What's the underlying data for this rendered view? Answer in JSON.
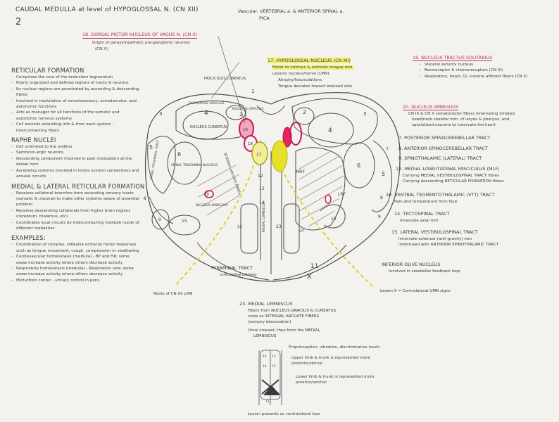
{
  "header": {
    "title": "CAUDAL MEDULLA at level of HYPOGLOSSAL N. (CN XII)",
    "page_number": "2",
    "vasculature": "Vascular: VERTEBRAL a. & ANTERIOR SPINAL a.",
    "pica": "PICA"
  },
  "dmnv": {
    "title": "18. DORSAL MOTOR NUCLEUS OF VAGUS N. (CN X)",
    "lines": [
      "Origin of parasympathetic pre-ganglionic neurons",
      "(CN X)"
    ]
  },
  "reticular": {
    "title": "RETICULAR FORMATION",
    "items": [
      "Comprises the core of the brainstem tegmentum",
      "Poorly organized and defined regions of tracts & neurons",
      "Its nuclear regions are penetrated by ascending & descending fibres",
      "Involved in modulation of somatosensory, somatomotor, and autonomic functions",
      "Acts as manager for all functions of the somatic and autonomic nervous systems",
      "Cell extends extending info & from each system - interconnecting fibers"
    ]
  },
  "raphe": {
    "title": "RAPHE NUCLEI",
    "items": [
      "Cell unlimited to the midline",
      "Serotonin-ergic neurons",
      "Descending component involved in pain modulation at the dorsal horn",
      "Ascending systems involved in limbic system connections and arousal circuits"
    ]
  },
  "medial_lateral": {
    "title": "MEDIAL & LATERAL RETICULAR FORMATION",
    "items": [
      "Receives collateral branches from ascending sensory tracts (somatic & visceral) to make other systems aware of potential problem",
      "Receives descending collaterals from higher brain regions (cerebrum, thalamus, etc)",
      "Coordinates local circuits by interconnecting multiple nuclei of different modalities"
    ]
  },
  "examples": {
    "title": "EXAMPLES:",
    "items": [
      "Coordination of complex, reflexive orofacial motor responses such as tongue movement, cough, compression or swallowing",
      "Cardiovascular homeostasis (medulla) - BP and HR: some areas increase activity where others decrease activity",
      "Respiratory homeostasis (medulla) - Respiration rate: some areas increase activity where others decrease activity",
      "Micturition center - urinary control in pons"
    ]
  },
  "hypoglossal": {
    "title": "17. HYPOGLOSSAL NUCLEUS (CN XII)",
    "lines": [
      "Motor to intrinsic & extrinsic tongue mm.",
      "Lesions nucleus/nerve (LMN):",
      "Atrophy/fasciculations",
      "Tongue deviates toward lesioned side"
    ]
  },
  "solitarius": {
    "title": "19. NUCLEUS TRACTUS SOLITARIUS",
    "items": [
      "Visceral sensory nucleus",
      "Baroreceptor & chemoreceptors (CN IX)",
      "Respiratory, heart, GI, visceral afferent fibers (CN X)"
    ]
  },
  "ambiguus": {
    "title": "20. NUCLEUS AMBIGUUS",
    "lines": [
      "CN IX & CN X somatomotor fibers innervating striated",
      "head/neck skeletal mm. of larynx & pharynx, and",
      "specialized neurons to innervate the heart"
    ]
  },
  "tracts_right": [
    {
      "text": "7. POSTERIOR SPINOCEREBELLAR TRACT"
    },
    {
      "text": "8. ANTERIOR SPINOCEREBELLAR TRACT"
    },
    {
      "text": "9. SPINOTHALAMIC (LATERAL) TRACT"
    },
    {
      "text": "13. MEDIAL LONGITUDINAL FASCICULUS (MLF)",
      "sub": [
        "Carrying MEDIAL VESTIBULOSPINAL TRACT fibres",
        "Carrying descending RETICULAR FORMATION fibres"
      ]
    },
    {
      "text": "26. VENTRAL TEGMENTOTHALAMIC (VTT) TRACT",
      "sub": [
        "Pain and temperature from face"
      ]
    },
    {
      "text": "14. TECTOSPINAL TRACT",
      "sub": [
        "Innervate axial mm"
      ]
    },
    {
      "text": "15. LATERAL VESTIBULOSPINAL TRACT",
      "sub": [
        "innervate extensor (anti-gravity) mm",
        "intermixed with ANTERIOR SPINOTHALAMIC TRACT"
      ]
    }
  ],
  "inferior_olive": {
    "title": "INFERIOR OLIVE NUCLEUS",
    "lines": [
      "Involved in cerebellar feedback loop"
    ]
  },
  "lesion_x": "Lesion X = Contralateral UMN signs",
  "roots": "Roots of CN XII LMN",
  "medial_lemniscus": {
    "title": "23. MEDIAL LEMNISCUS",
    "lines": [
      "Fibers from NUCLEUS GRACILIS & CUNEATUS",
      "cross as INTERNAL ARCUATE FIBERS",
      "(sensory decussation)",
      "Once crossed, they form the MEDIAL",
      "LEMNISCUS"
    ],
    "inset_notes": [
      "Proprioception, vibration, discriminative touch",
      "Upper limb & trunk is represented more posterior/dorsal",
      "Lower limb & trunk is represented more anterior/ventral"
    ],
    "lesion_bottom": "Lesion presents as contralateral loss"
  },
  "diagram_labels": {
    "fasciculus_cuneatus": "FASCICULUS CUNEATUS",
    "nucleus_gracilis": "NUCLEUS GRACILIS",
    "fasciculus_gracilis": "FASCICULUS GRACILIS",
    "nucleus_cuneatus": "NUCLEUS CUNEATUS",
    "spinal_trigeminal_tract": "SPINAL TRIGEMINAL TRACT",
    "spinal_trigeminal_nucleus": "SPINAL TRIGEMINAL NUCLEUS",
    "internal_arcuate_fibres": "INTERNAL ARCUATE FIBRES",
    "nucleus_ambiguus": "NUCLEUS AMBIGUUS",
    "medial_lemniscus": "MEDIAL LEMNISCUS",
    "pyramidal_tract": "PYRAMIDAL TRACT",
    "pyramidal_sub": "corticospinal pathway",
    "mrf": "MRF",
    "lrf": "LRF",
    "x": "X",
    "vtt": "VTT",
    "num_1": "1",
    "num_2": "2",
    "num_3": "3",
    "num_4": "4",
    "num_5": "5",
    "num_6": "6",
    "num_7": "7",
    "num_8": "8",
    "num_9": "9",
    "num_11": "11",
    "num_12": "12",
    "num_13": "13",
    "num_14": "14",
    "num_15": "15",
    "num_17": "17",
    "num_18": "18",
    "num_19": "19",
    "num_20": "20",
    "num_22": "22",
    "num_23": "23",
    "inset_12": "12",
    "inset_13": "13",
    "inset_14": "14",
    "inset_15": "15",
    "inset_ll": "LL"
  },
  "colors": {
    "ink": "#3a3a3e",
    "yellow": "#e6e02a",
    "magenta": "#c8175a",
    "pink": "#f0a8bc",
    "red_ink": "#c0394f"
  }
}
